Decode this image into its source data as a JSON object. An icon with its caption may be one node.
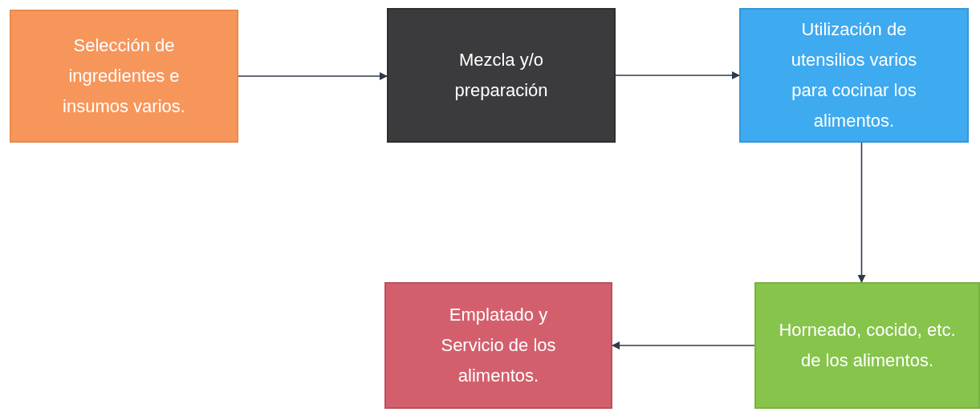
{
  "diagram": {
    "nodes": [
      {
        "text": [
          "Selección de ingredientes e insumos varios."
        ]
      },
      {
        "text": [
          "Mezcla y/o preparación"
        ]
      },
      {
        "text": [
          "Utilización de utensilios varios para cocinar los alimentos."
        ]
      },
      {
        "text": [
          "Horneado, cocido, etc. de los alimentos."
        ]
      },
      {
        "text": [
          "Emplatado y Servicio de los alimentos."
        ]
      }
    ],
    "edges": [
      {
        "from": 0,
        "to": 1,
        "arrow": "to"
      },
      {
        "from": 1,
        "to": 2,
        "arrow": "to"
      },
      {
        "from": 2,
        "to": 3,
        "arrow": "to"
      },
      {
        "from": 3,
        "to": 4,
        "arrow": "to"
      }
    ]
  }
}
